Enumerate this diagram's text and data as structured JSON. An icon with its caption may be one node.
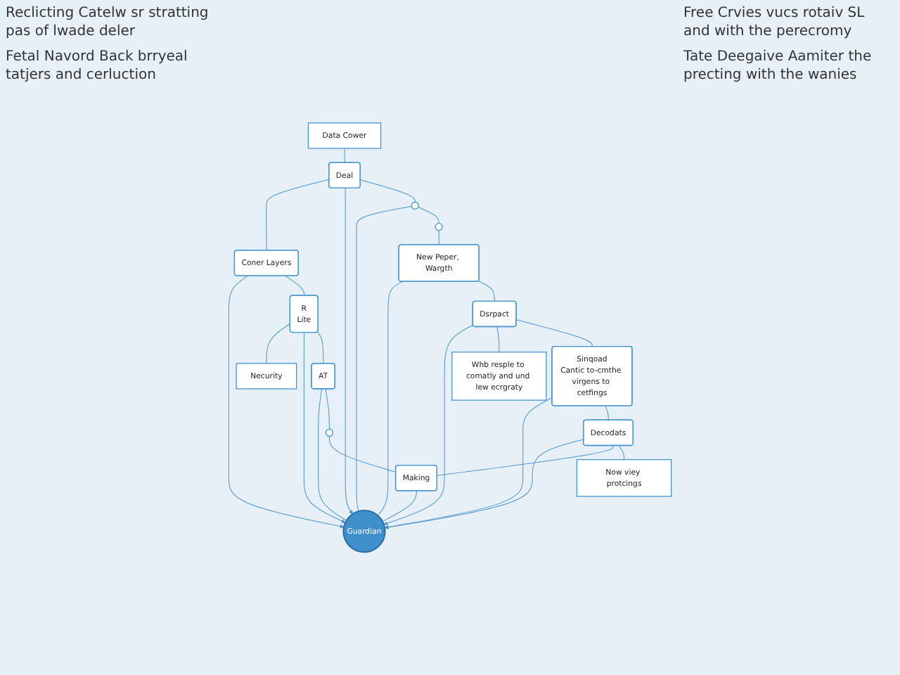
{
  "diagram": {
    "nodes": [
      {
        "text": [
          "Guardian"
        ]
      },
      {
        "text": [
          "Data Cower"
        ]
      },
      {
        "text": [
          "Deal"
        ]
      },
      {
        "text": [
          "Coner Layers"
        ]
      },
      {
        "text": [
          "R",
          "Lite"
        ]
      },
      {
        "text": [
          "Necurity"
        ]
      },
      {
        "text": [],
        "shape": "circle"
      },
      {
        "text": [
          "AT"
        ]
      },
      {
        "text": [],
        "shape": "circle"
      },
      {
        "text": [],
        "shape": "circle"
      },
      {
        "text": [
          "New Peper, Wargth"
        ]
      },
      {
        "text": [
          "Making"
        ]
      },
      {
        "text": [
          "Dsrpact"
        ]
      },
      {
        "text": [
          "Sinqoad",
          "Cantic to-cmthe virgens to cetfings"
        ]
      },
      {
        "text": [
          "Decodats"
        ]
      },
      {
        "text": [
          "Whb resple to comatly and und lew ecrgraty"
        ]
      },
      {
        "text": [
          "Now viey protcings"
        ]
      }
    ],
    "edges": [
      {
        "from": 1,
        "to": 2,
        "arrow": "none"
      },
      {
        "from": 2,
        "to": 3,
        "arrow": "none"
      },
      {
        "from": 2,
        "to": 0,
        "arrow": "to"
      },
      {
        "from": 3,
        "to": 0,
        "arrow": "to"
      },
      {
        "from": 3,
        "to": 4,
        "arrow": "none"
      },
      {
        "from": 4,
        "to": 5,
        "arrow": "none"
      },
      {
        "from": 4,
        "to": 0,
        "arrow": "to"
      },
      {
        "from": 4,
        "to": 7,
        "arrow": "none"
      },
      {
        "from": 2,
        "to": 6,
        "arrow": "none"
      },
      {
        "from": 6,
        "to": 0,
        "arrow": "none"
      },
      {
        "from": 6,
        "to": 8,
        "arrow": "none"
      },
      {
        "from": 7,
        "to": 0,
        "arrow": "none"
      },
      {
        "from": 7,
        "to": 9,
        "arrow": "none"
      },
      {
        "from": 8,
        "to": 10,
        "arrow": "none"
      },
      {
        "from": 10,
        "to": 0,
        "arrow": "none"
      },
      {
        "from": 9,
        "to": 11,
        "arrow": "none"
      },
      {
        "from": 11,
        "to": 0,
        "arrow": "none"
      },
      {
        "from": 10,
        "to": 12,
        "arrow": "none"
      },
      {
        "from": 12,
        "to": 0,
        "arrow": "to"
      },
      {
        "from": 12,
        "to": 15,
        "arrow": "none"
      },
      {
        "from": 12,
        "to": 13,
        "arrow": "none"
      },
      {
        "from": 13,
        "to": 0,
        "arrow": "to"
      },
      {
        "from": 13,
        "to": 14,
        "arrow": "none"
      },
      {
        "from": 14,
        "to": 0,
        "arrow": "to"
      },
      {
        "from": 14,
        "to": 11,
        "arrow": "none"
      },
      {
        "from": 14,
        "to": 16,
        "arrow": "none"
      }
    ],
    "labels": [
      "Reclicting Catelw sr stratting pas of lwade deler",
      "Free Crvies vucs rotaiv SL and with the perecromy",
      "Fetal Navord Back brryeal tatjers and cerluction",
      "Tate Deegaive Aamiter the precting with the wanies"
    ]
  }
}
